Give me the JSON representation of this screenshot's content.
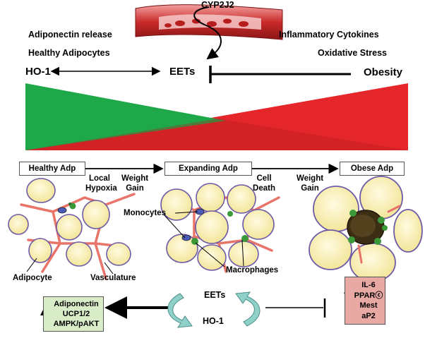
{
  "top": {
    "enzyme": "CYP2J2",
    "left_items": [
      "Adiponectin release",
      "Healthy Adipocytes",
      "HO-1"
    ],
    "center": "EETs",
    "right_items": [
      "Inflammatory Cytokines",
      "Oxidative Stress",
      "Obesity"
    ]
  },
  "stages": {
    "healthy": "Healthy Adp",
    "expanding": "Expanding Adp",
    "obese": "Obese Adp"
  },
  "transitions": {
    "local_hypoxia": [
      "Local",
      "Hypoxia"
    ],
    "weight_gain_1": [
      "Weight",
      "Gain"
    ],
    "cell_death": [
      "Cell",
      "Death"
    ],
    "weight_gain_2": [
      "Weight",
      "Gain"
    ]
  },
  "labels": {
    "monocytes": "Monocytes",
    "macrophages": "Macrophages",
    "adipocyte": "Adipocyte",
    "vasculature": "Vasculature"
  },
  "bottom": {
    "eets": "EETs",
    "ho1": "HO-1",
    "left_box": [
      "Adiponectin",
      "UCP1/2",
      "AMPK/pAKT"
    ],
    "right_box": [
      "IL-6",
      "PPARⓒ",
      "Mest",
      "aP2"
    ]
  },
  "colors": {
    "green": "#1fa84a",
    "red": "#e5262b",
    "left_box_bg": "#d8ecc8",
    "right_box_bg": "#e8a8a4",
    "vessel": "#e8746a",
    "cell_fill": "#fbf4c0",
    "cell_edge": "#6e5aa6"
  }
}
